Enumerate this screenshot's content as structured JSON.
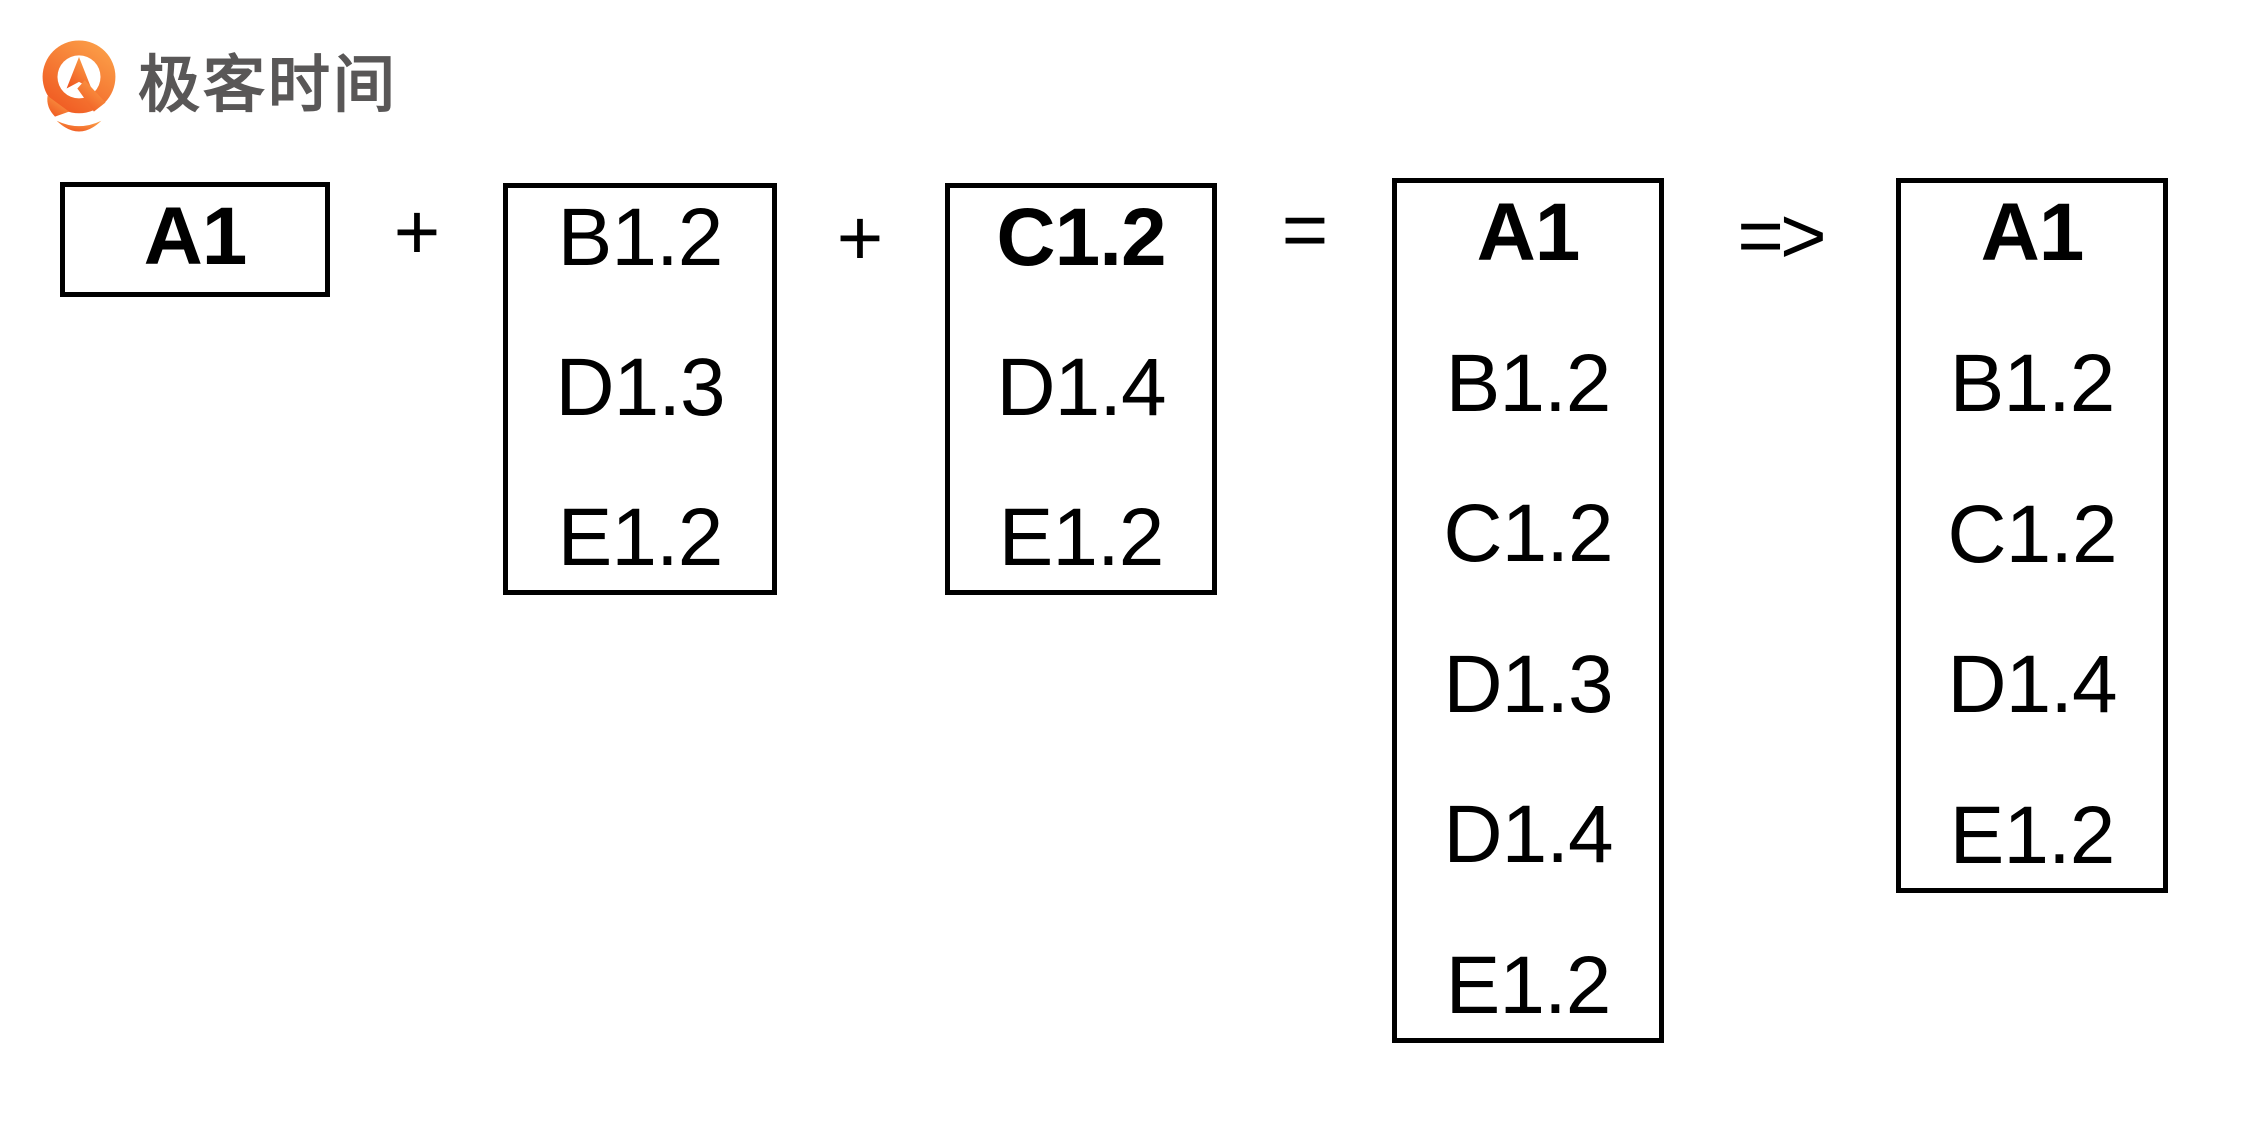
{
  "logo": {
    "text": "极客时间",
    "icon": "geektime-pin-icon",
    "icon_color_light": "#FCA24A",
    "icon_color_dark": "#EF5620",
    "text_color": "#595757"
  },
  "diagram": {
    "boxes": [
      {
        "name": "box-a1",
        "items": [
          {
            "label": "A1",
            "bold": true
          }
        ]
      },
      {
        "name": "box-b",
        "items": [
          {
            "label": "B1.2",
            "bold": false
          },
          {
            "label": "D1.3",
            "bold": false
          },
          {
            "label": "E1.2",
            "bold": false
          }
        ]
      },
      {
        "name": "box-c",
        "items": [
          {
            "label": "C1.2",
            "bold": true
          },
          {
            "label": "D1.4",
            "bold": false
          },
          {
            "label": "E1.2",
            "bold": false
          }
        ]
      },
      {
        "name": "box-merged",
        "items": [
          {
            "label": "A1",
            "bold": true
          },
          {
            "label": "B1.2",
            "bold": false
          },
          {
            "label": "C1.2",
            "bold": false
          },
          {
            "label": "D1.3",
            "bold": false
          },
          {
            "label": "D1.4",
            "bold": false
          },
          {
            "label": "E1.2",
            "bold": false
          }
        ]
      },
      {
        "name": "box-resolved",
        "items": [
          {
            "label": "A1",
            "bold": true
          },
          {
            "label": "B1.2",
            "bold": false
          },
          {
            "label": "C1.2",
            "bold": false
          },
          {
            "label": "D1.4",
            "bold": false
          },
          {
            "label": "E1.2",
            "bold": false
          }
        ]
      }
    ],
    "operators": [
      {
        "symbol": "+"
      },
      {
        "symbol": "+"
      },
      {
        "symbol": "="
      },
      {
        "symbol": "=>"
      }
    ]
  }
}
